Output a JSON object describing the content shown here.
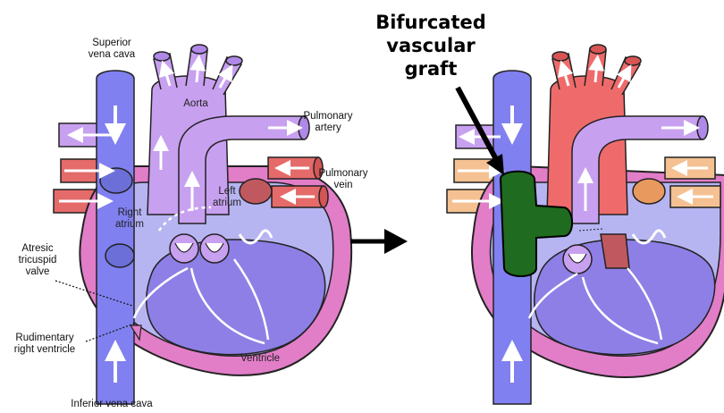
{
  "left_heart": {
    "labels": {
      "superior_vena_cava": "Superior\nvena cava",
      "aorta": "Aorta",
      "pulmonary_artery": "Pulmonary\nartery",
      "pulmonary_vein": "Pulmonary\nvein",
      "left_atrium": "Left\natrium",
      "right_atrium": "Right\natrium",
      "atresic_tricuspid_valve": "Atresic\ntricuspid\nvalve",
      "rudimentary_right_ventricle": "Rudimentary\nright ventricle",
      "ventricle": "Ventricle",
      "inferior_vena_cava": "Inferior vena cava"
    }
  },
  "right_heart": {
    "graft_label": "Bifurcated\nvascular\ngraft"
  },
  "colors": {
    "vena_cava": "#8080f0",
    "aorta": "#c8a0f0",
    "pulmonary_vein": "#e56a6a",
    "heart_wall": "#e27dc8",
    "ventricle": "#8e7fe6",
    "atrium": "#b7b4f2",
    "graft": "#1f6b1f",
    "aorta_oxygenated": "#ef6b6b",
    "pulmonary_vein_light": "#f5c192"
  }
}
